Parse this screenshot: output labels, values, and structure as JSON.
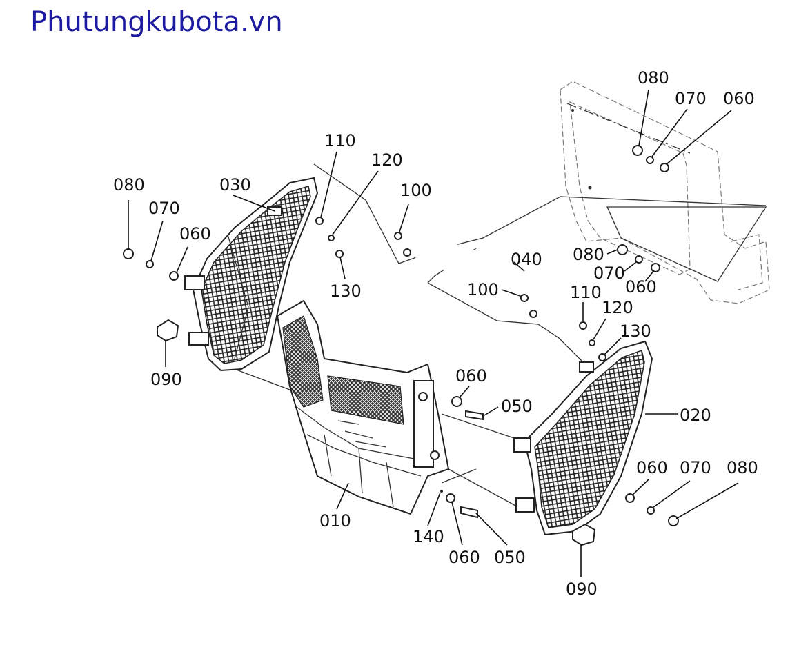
{
  "header": {
    "site_title": "Phutungkubota.vn"
  },
  "callouts": [
    "080",
    "070",
    "060",
    "110",
    "120",
    "100",
    "080",
    "070",
    "060",
    "030",
    "080",
    "070",
    "060",
    "040",
    "100",
    "110",
    "120",
    "130",
    "130",
    "090",
    "060",
    "050",
    "020",
    "060",
    "070",
    "080",
    "010",
    "140",
    "060",
    "050",
    "090"
  ]
}
